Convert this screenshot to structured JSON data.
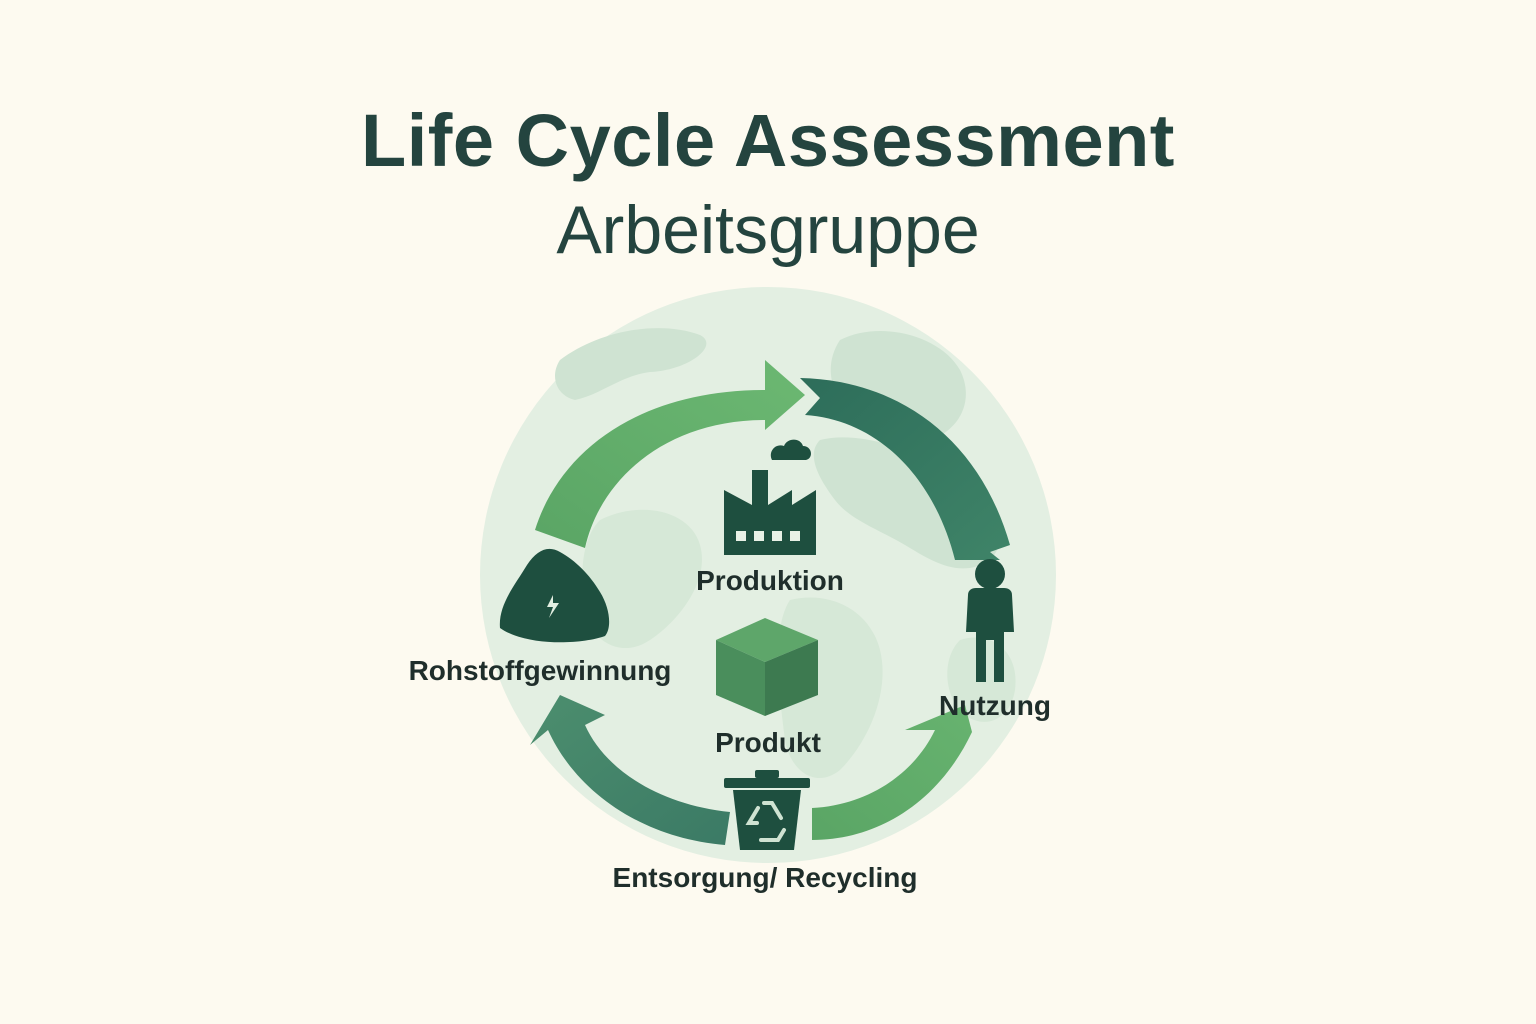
{
  "title": "Life Cycle Assessment",
  "subtitle": "Arbeitsgruppe",
  "stages": {
    "raw_materials": "Rohstoffgewinnung",
    "production": "Produktion",
    "product": "Produkt",
    "use": "Nutzung",
    "disposal": "Entsorgung/ Recycling"
  },
  "colors": {
    "background": "#fdfaf0",
    "globe": "#dcebdf",
    "dark_green": "#1e4f3f",
    "mid_green": "#3b7a65",
    "light_green": "#6ab56f",
    "text": "#24443f"
  },
  "icons": [
    "rock-icon",
    "factory-icon",
    "cloud-icon",
    "box-icon",
    "person-icon",
    "recycle-bin-icon",
    "globe-icon"
  ]
}
